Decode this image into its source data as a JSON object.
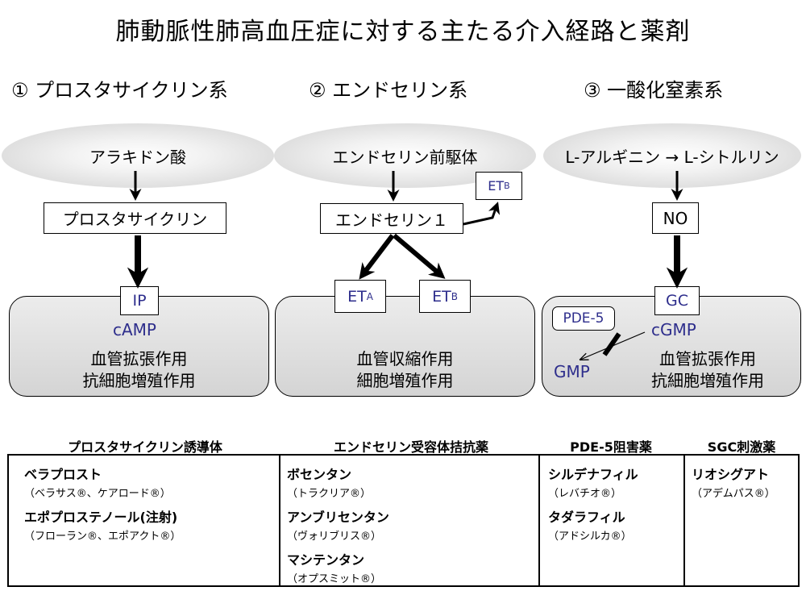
{
  "title": "肺動脈性肺高血圧症に対する主たる介入経路と薬剤",
  "pathways": [
    {
      "heading": "① プロスタサイクリン系",
      "precursor": "アラキドン酸",
      "mediator": "プロスタサイクリン",
      "receptor": "IP",
      "second_messenger": "cAMP",
      "effect_line1": "血管拡張作用",
      "effect_line2": "抗細胞増殖作用"
    },
    {
      "heading": "② エンドセリン系",
      "precursor": "エンドセリン前駆体",
      "mediator": "エンドセリン１",
      "receptor_a": "ET",
      "receptor_a_sub": "A",
      "receptor_b": "ET",
      "receptor_b_sub": "B",
      "receptor_b2": "ET",
      "receptor_b2_sub": "B",
      "effect_line1": "血管収縮作用",
      "effect_line2": "細胞増殖作用"
    },
    {
      "heading": "③ 一酸化窒素系",
      "precursor": "L-アルギニン → L-シトルリン",
      "mediator": "NO",
      "receptor": "GC",
      "enzyme": "PDE-5",
      "second_messenger": "cGMP",
      "product": "GMP",
      "effect_line1": "血管拡張作用",
      "effect_line2": "抗細胞増殖作用"
    }
  ],
  "drug_table": {
    "columns": [
      {
        "header": "プロスタサイクリン誘導体",
        "drugs": [
          {
            "name": "ベラプロスト",
            "brand": "（ベラサス®、ケアロード®）"
          },
          {
            "name": "エポプロステノール(注射)",
            "brand": "（フローラン®、エポアクト®）"
          }
        ]
      },
      {
        "header": "エンドセリン受容体拮抗薬",
        "drugs": [
          {
            "name": "ボセンタン",
            "brand": "（トラクリア®）"
          },
          {
            "name": "アンブリセンタン",
            "brand": "（ヴォリブリス®）"
          },
          {
            "name": "マシテンタン",
            "brand": "（オプスミット®）"
          }
        ]
      },
      {
        "header": "PDE-5阻害薬",
        "drugs": [
          {
            "name": "シルデナフィル",
            "brand": "（レバチオ®）"
          },
          {
            "name": "タダラフィル",
            "brand": "（アドシルカ®）"
          }
        ]
      },
      {
        "header": "SGC刺激薬",
        "drugs": [
          {
            "name": "リオシグアト",
            "brand": "（アデムパス®）"
          }
        ]
      }
    ]
  }
}
